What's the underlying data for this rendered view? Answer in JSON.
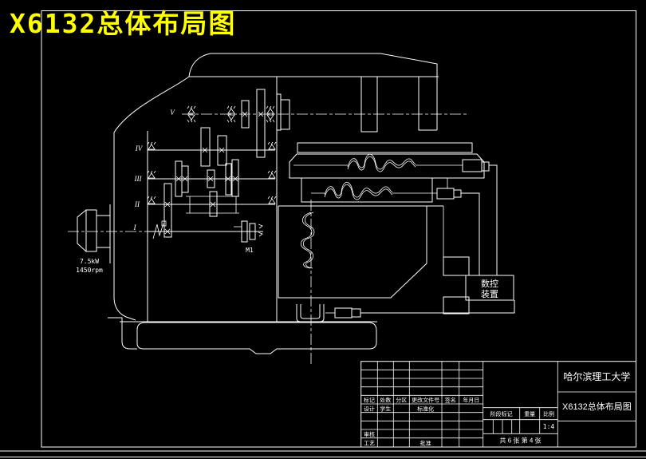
{
  "banner": {
    "title": "X6132总体布局图"
  },
  "machine": {
    "motor_power": "7.5kW",
    "motor_speed": "1450rpm",
    "shaft_labels": {
      "s1": "I",
      "s2": "II",
      "s3": "III",
      "s4": "IV",
      "s5": "V"
    },
    "clutch_label": "M1",
    "cnc_line1": "数控",
    "cnc_line2": "装置"
  },
  "title_block": {
    "university": "哈尔滨理工大学",
    "drawing_title": "X6132总体布局图",
    "rev_headers": {
      "mark": "标记",
      "count": "处数",
      "zone": "分区",
      "doc_no": "更改文件号",
      "sign": "签名",
      "date": "年月日"
    },
    "design_label": "设计",
    "designer": "学生",
    "standardize_label": "标准化",
    "check_label": "审核",
    "process_label": "工艺",
    "approve_label": "批准",
    "stage_label": "阶段标记",
    "weight_label": "重量",
    "scale_label": "比例",
    "scale_value": "1:4",
    "sheet_info": "共 6 张 第 4 张"
  },
  "colors": {
    "background": "#000000",
    "line": "#ffffff",
    "banner": "#ffff00"
  }
}
